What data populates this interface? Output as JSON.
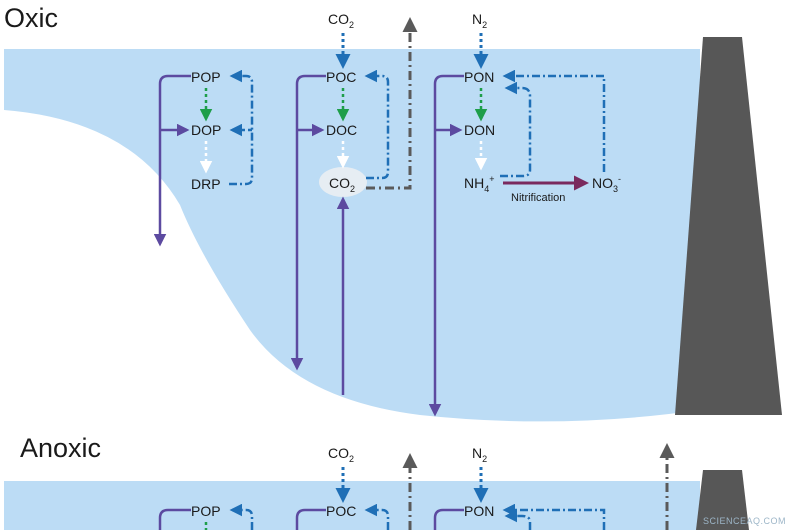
{
  "panels": {
    "oxic": {
      "title": "Oxic"
    },
    "anoxic": {
      "title": "Anoxic"
    }
  },
  "nodes": {
    "pop": "POP",
    "dop": "DOP",
    "drp": "DRP",
    "poc": "POC",
    "doc": "DOC",
    "co2_main": "CO",
    "co2_sub": "2",
    "pon": "PON",
    "don": "DON",
    "nh4_main": "NH",
    "nh4_sub": "4",
    "nh4_sup": "+",
    "no3_main": "NO",
    "no3_sub": "3",
    "no3_sup": "-",
    "n2_main": "N",
    "n2_sub": "2"
  },
  "annotations": {
    "nitrification": "Nitrification"
  },
  "watermark": "SCIENCEAQ.COM",
  "colors": {
    "water": "#bcdcf5",
    "dam": "#575757",
    "purple": "#5c4aa0",
    "blue": "#1f6fb6",
    "green": "#1e9e4a",
    "gray": "#5a5a5a",
    "maroon": "#7a2a5e"
  }
}
